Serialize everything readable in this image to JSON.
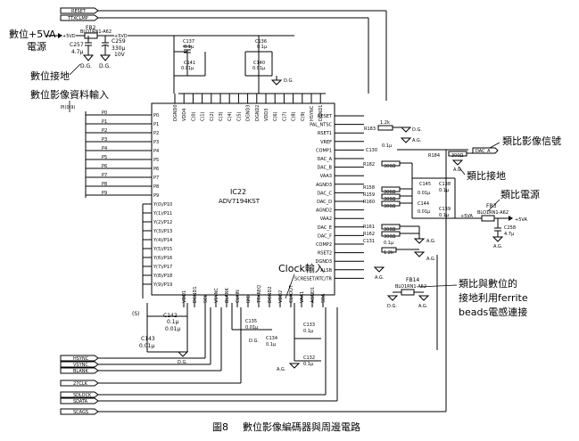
{
  "caption": {
    "fig": "圖8",
    "text": "數位影像編碼器與周邊電路"
  },
  "ic": {
    "ref": "IC22",
    "part": "ADV7194KST"
  },
  "annotations": {
    "digital_5v": "數位+5VA",
    "digital_power": "電源",
    "digital_ground": "數位接地",
    "digital_video_input": "數位影像資料輸入",
    "clock_input": "Clock輸入",
    "analog_video_signal": "類比影像信號",
    "analog_ground": "類比接地",
    "analog_power": "類比電源",
    "ferrite_1": "類比與數位的",
    "ferrite_2": "接地利用ferrite",
    "ferrite_3": "beads電感連接"
  },
  "bus_tags_top": [
    "RESET",
    "TTXCLMP"
  ],
  "bus_tags_bottom": [
    "HSYNC",
    "VSYNC",
    "BLANK",
    "27CLK",
    "SDLOCK",
    "SDATA",
    "SCAGS"
  ],
  "left_pins": [
    "P0",
    "P1",
    "P2",
    "P3",
    "P4",
    "P5",
    "P6",
    "P7",
    "P8",
    "P9",
    "Y(0)/P10",
    "Y(1)/P11",
    "Y(2)/P12",
    "Y(3)/P13",
    "Y(4)/P14",
    "Y(5)/P15",
    "Y(6)/P16",
    "Y(7)/P17",
    "Y(8)/P18",
    "Y(9)/P19"
  ],
  "right_pins": [
    "RESET",
    "PAL_NTSC",
    "RSET1",
    "VREF",
    "COMP1",
    "DAC_A",
    "DAC_B",
    "VAA3",
    "AGND3",
    "DAC_C",
    "DAC_D",
    "AGND2",
    "VAA2",
    "DAC_E",
    "DAC_F",
    "COMP2",
    "RSET2",
    "DGND3",
    "ALSB",
    "SCRESET/RTC/TR"
  ],
  "top_pins": [
    "DGND0",
    "VDD4",
    "C(0)",
    "C(1)",
    "C(2)",
    "C(3)",
    "C(4)",
    "C(5)",
    "DGND3",
    "DGND2",
    "VDD3",
    "C(6)",
    "C(7)",
    "C(8)",
    "C(9)",
    "HSYNC",
    "DGND1"
  ],
  "bottom_pins": [
    "VDD1",
    "DGND1",
    "SCL",
    "VSYNC",
    "BLANK",
    "CLKIN",
    "I2C",
    "TTXREQ",
    "DGND2",
    "VDD2",
    "CLKOUT",
    "VAA1",
    "AGND1",
    "SDA"
  ],
  "labels": {
    "vdd_5v": "+5VD",
    "vdd_5v_b": "+5VD",
    "fb2": "FB2",
    "fb2_part": "BLO1RN1-A62",
    "c257": "C257",
    "c257_val": "4.7μ",
    "c259": "C259",
    "c259_val": "330μ",
    "c259_v": "10V",
    "dg": "D.G.",
    "pdata": "PI(0:9)",
    "c137": "C137",
    "c136": "C136",
    "c141": "C141",
    "c140": "C140",
    "cap01": "0.01μ",
    "cap1": "0.1μ",
    "r183": "R183",
    "r183v": "1.2k",
    "r184": "R184",
    "r184v": "300Ω",
    "r182": "R182",
    "r158": "R158",
    "r159": "R159",
    "r160": "R160",
    "r161": "R161",
    "r162": "R162",
    "r300": "300Ω",
    "c130": "C130",
    "c145": "C145",
    "c138": "C138",
    "c144": "C144",
    "c139": "C139",
    "c131": "C131",
    "ag": "A.G.",
    "daca": "DAC_A",
    "fb3": "FB3",
    "fb3_part": "BLO1RN1-A62",
    "v5va": "+5VA",
    "v5va2": "+5VA",
    "c258": "C258",
    "c258v": "4.7μ",
    "fb14": "FB14",
    "fb14_part": "BLO1RN1-A62",
    "c142": "C142",
    "c143": "C143",
    "c135": "C135",
    "c134": "C134",
    "c133": "C133",
    "c132": "C132",
    "s": "(S)"
  },
  "colors": {
    "line": "#000000",
    "bg": "#ffffff"
  }
}
